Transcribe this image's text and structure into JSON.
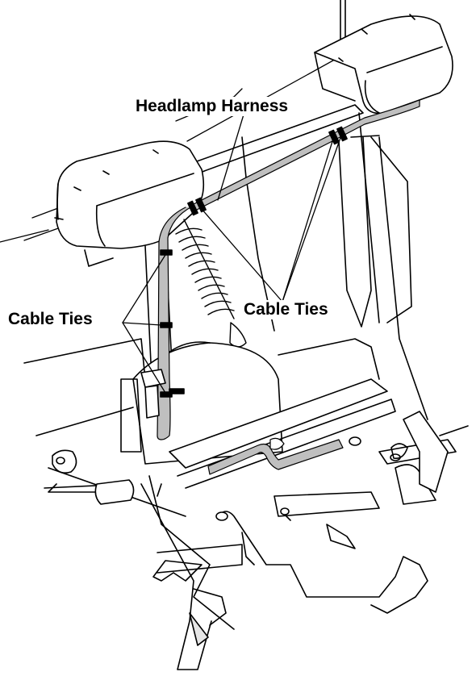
{
  "labels": {
    "headlamp_harness": "Headlamp Harness",
    "cable_ties_left": "Cable Ties",
    "cable_ties_right": "Cable Ties"
  },
  "colors": {
    "line": "#000000",
    "harness": "#bfbfbf",
    "shade": "#e6e6e6",
    "background": "#ffffff"
  }
}
